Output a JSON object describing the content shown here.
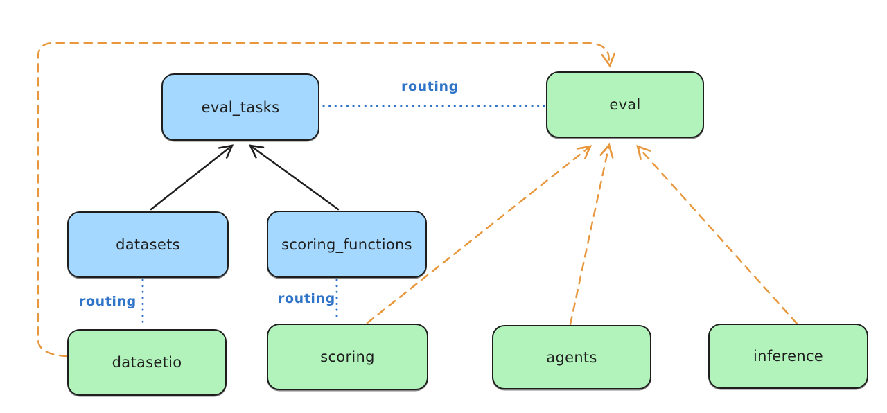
{
  "diagram": {
    "background": "#ffffff",
    "colors": {
      "background": "#ffffff",
      "box_border": "#1e1e1e",
      "black": "#1e1e1e",
      "blue_fill": "#a5d8ff",
      "green_fill": "#b2f2bb",
      "routing_blue": "#2f74c8",
      "orange": "#e8973d"
    },
    "nodes": [
      {
        "id": "eval_tasks",
        "label": "eval_tasks",
        "color": "blue"
      },
      {
        "id": "eval",
        "label": "eval",
        "color": "green"
      },
      {
        "id": "datasets",
        "label": "datasets",
        "color": "blue"
      },
      {
        "id": "scoring_functions",
        "label": "scoring_functions",
        "color": "blue"
      },
      {
        "id": "datasetio",
        "label": "datasetio",
        "color": "green"
      },
      {
        "id": "scoring",
        "label": "scoring",
        "color": "green"
      },
      {
        "id": "agents",
        "label": "agents",
        "color": "green"
      },
      {
        "id": "inference",
        "label": "inference",
        "color": "green"
      }
    ],
    "edges": [
      {
        "from": "datasets",
        "to": "eval_tasks",
        "style": "solid-black-arrow",
        "label": ""
      },
      {
        "from": "scoring_functions",
        "to": "eval_tasks",
        "style": "solid-black-arrow",
        "label": ""
      },
      {
        "from": "eval_tasks",
        "to": "eval",
        "style": "dotted-blue-line",
        "label": "routing"
      },
      {
        "from": "datasets",
        "to": "datasetio",
        "style": "dotted-blue-line",
        "label": "routing"
      },
      {
        "from": "scoring_functions",
        "to": "scoring",
        "style": "dotted-blue-line",
        "label": "routing"
      },
      {
        "from": "datasetio",
        "to": "eval",
        "style": "dashed-orange-arrow",
        "label": ""
      },
      {
        "from": "scoring",
        "to": "eval",
        "style": "dashed-orange-arrow",
        "label": ""
      },
      {
        "from": "agents",
        "to": "eval",
        "style": "dashed-orange-arrow",
        "label": ""
      },
      {
        "from": "inference",
        "to": "eval",
        "style": "dashed-orange-arrow",
        "label": ""
      }
    ]
  }
}
